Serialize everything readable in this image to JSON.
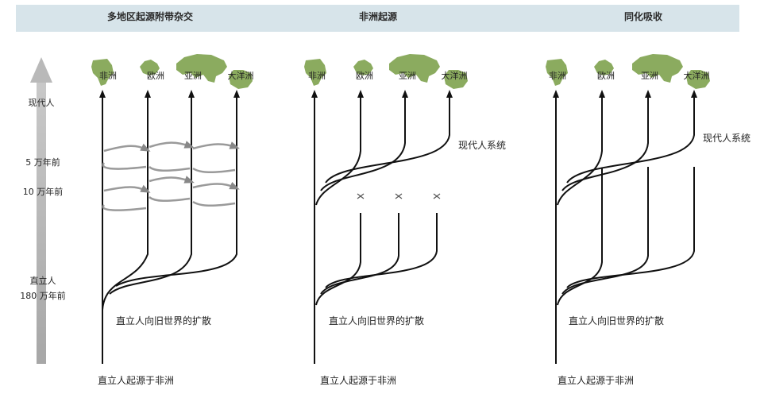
{
  "panels": [
    {
      "title": "多地区起源附带杂交",
      "expansion_label": "直立人向旧世界的扩散",
      "origin_label": "直立人起源于非洲",
      "extra_label": ""
    },
    {
      "title": "非洲起源",
      "expansion_label": "直立人向旧世界的扩散",
      "origin_label": "直立人起源于非洲",
      "extra_label": "现代人系统"
    },
    {
      "title": "同化吸收",
      "expansion_label": "直立人向旧世界的扩散",
      "origin_label": "直立人起源于非洲",
      "extra_label": "现代人系统"
    }
  ],
  "continents": [
    "非洲",
    "欧洲",
    "亚洲",
    "大洋洲"
  ],
  "timeline": {
    "modern": "现代人",
    "t50k": "5 万年前",
    "t100k": "10 万年前",
    "erectus": "直立人",
    "t1800k": "180 万年前"
  },
  "colors": {
    "header": "#d7e4ea",
    "continent": "#8bab5f",
    "line": "#111111",
    "flow": "#9a9a9a",
    "axis": "#a7a7a7"
  }
}
